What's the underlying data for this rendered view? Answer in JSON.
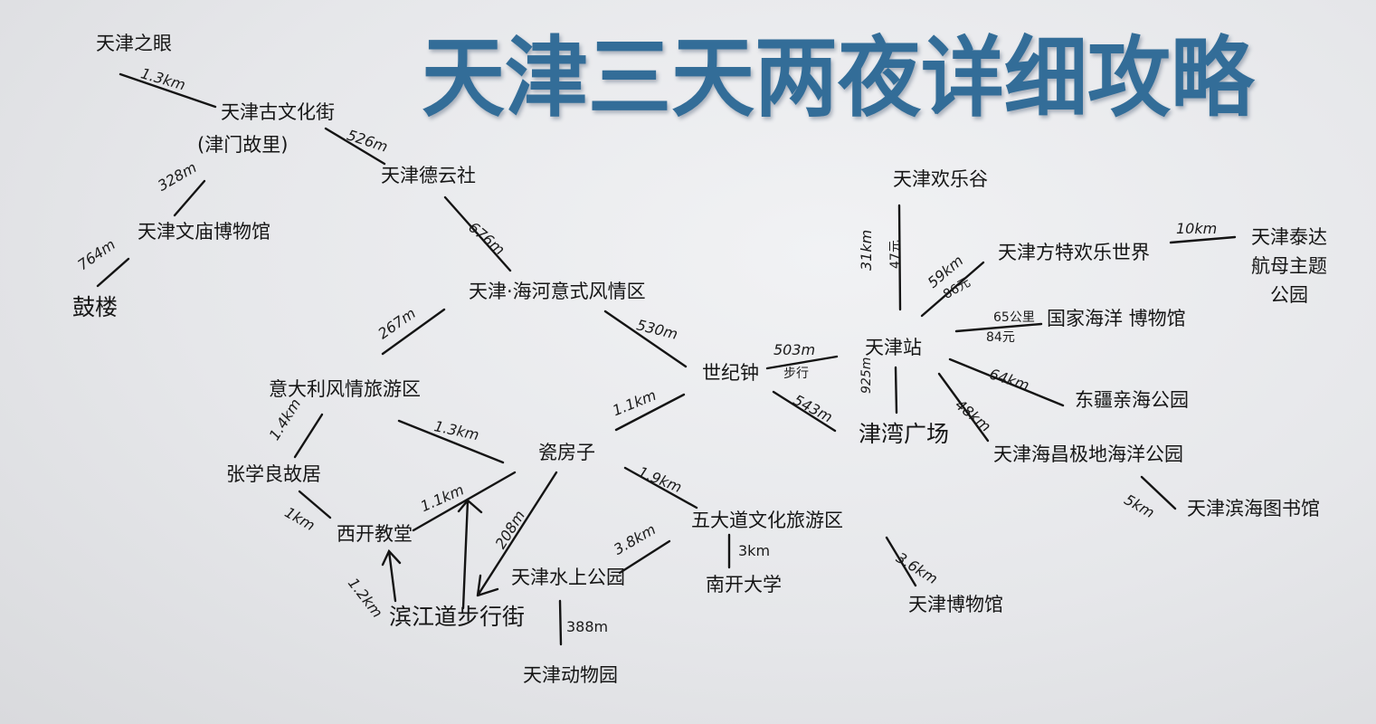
{
  "title": "天津三天两夜详细攻略",
  "colors": {
    "title": "#336d98",
    "ink": "#161616",
    "paper": "#e9eaed"
  },
  "nodes": {
    "tianjin_eye": "天津之眼",
    "ancient_culture_street": "天津古文化街",
    "ancient_culture_street_alias": "(津门故里)",
    "deyun_society": "天津德云社",
    "confucian_temple_museum": "天津文庙博物馆",
    "drum_tower": "鼓楼",
    "italian_style_haihe": "天津·海河意式风情区",
    "italian_style_zone": "意大利风情旅游区",
    "century_clock": "世纪钟",
    "tianjin_station": "天津站",
    "jinwan_square": "津湾广场",
    "porcelain_house": "瓷房子",
    "zhang_xueliang_residence": "张学良故居",
    "xikai_church": "西开教堂",
    "binjiang_road": "滨江道步行街",
    "water_park": "天津水上公园",
    "zoo": "天津动物园",
    "five_avenues": "五大道文化旅游区",
    "nankai_university": "南开大学",
    "tianjin_museum": "天津博物馆",
    "happy_valley": "天津欢乐谷",
    "fantawild": "天津方特欢乐世界",
    "carrier_park": "天津泰达\n航母主题\n公园",
    "national_maritime_museum": "国家海洋 博物馆",
    "dongjiang_beach_park": "东疆亲海公园",
    "polar_ocean_park": "天津海昌极地海洋公园",
    "binhai_library": "天津滨海图书馆"
  },
  "edges": [
    {
      "from": "天津之眼",
      "to": "天津古文化街",
      "label": "1.3km"
    },
    {
      "from": "天津古文化街",
      "to": "天津德云社",
      "label": "526m"
    },
    {
      "from": "天津古文化街",
      "to": "天津文庙博物馆",
      "label": "328m"
    },
    {
      "from": "天津文庙博物馆",
      "to": "鼓楼",
      "label": "764m"
    },
    {
      "from": "天津德云社",
      "to": "天津·海河意式风情区",
      "label": "676m"
    },
    {
      "from": "天津·海河意式风情区",
      "to": "意大利风情旅游区",
      "label": "267m"
    },
    {
      "from": "天津·海河意式风情区",
      "to": "世纪钟",
      "label": "530m"
    },
    {
      "from": "世纪钟",
      "to": "天津站",
      "label": "503m",
      "note": "步行"
    },
    {
      "from": "世纪钟",
      "to": "津湾广场",
      "label": "543m"
    },
    {
      "from": "世纪钟",
      "to": "瓷房子",
      "label": "1.1km"
    },
    {
      "from": "天津站",
      "to": "津湾广场",
      "label": "925m"
    },
    {
      "from": "意大利风情旅游区",
      "to": "张学良故居",
      "label": "1.4km"
    },
    {
      "from": "意大利风情旅游区",
      "to": "瓷房子",
      "label": "1.3km"
    },
    {
      "from": "张学良故居",
      "to": "西开教堂",
      "label": "1km"
    },
    {
      "from": "瓷房子",
      "to": "西开教堂",
      "label": "1.1km"
    },
    {
      "from": "瓷房子",
      "to": "滨江道步行街",
      "label": "208m"
    },
    {
      "from": "滨江道步行街",
      "to": "西开教堂",
      "label": "1.2km"
    },
    {
      "from": "瓷房子",
      "to": "五大道文化旅游区",
      "label": "1.9km"
    },
    {
      "from": "五大道文化旅游区",
      "to": "天津水上公园",
      "label": "3.8km"
    },
    {
      "from": "天津水上公园",
      "to": "天津动物园",
      "label": "388m"
    },
    {
      "from": "五大道文化旅游区",
      "to": "南开大学",
      "label": "3km"
    },
    {
      "from": "五大道文化旅游区",
      "to": "天津博物馆",
      "label": "3.6km"
    },
    {
      "from": "天津站",
      "to": "天津欢乐谷",
      "label": "31km",
      "note": "47元"
    },
    {
      "from": "天津站",
      "to": "天津方特欢乐世界",
      "label": "59km",
      "note": "86元"
    },
    {
      "from": "天津方特欢乐世界",
      "to": "天津泰达航母主题公园",
      "label": "10km"
    },
    {
      "from": "天津站",
      "to": "国家海洋博物馆",
      "label": "65公里",
      "note": "84元"
    },
    {
      "from": "天津站",
      "to": "东疆亲海公园",
      "label": "64km"
    },
    {
      "from": "天津站",
      "to": "天津海昌极地海洋公园",
      "label": "48km"
    },
    {
      "from": "天津海昌极地海洋公园",
      "to": "天津滨海图书馆",
      "label": "5km"
    }
  ],
  "labels": {
    "e_eye_street": "1.3km",
    "e_street_deyun": "526m",
    "e_street_temple": "328m",
    "e_temple_drum": "764m",
    "e_deyun_haihe": "676m",
    "e_haihe_italy": "267m",
    "e_haihe_clock": "530m",
    "e_clock_station": "503m",
    "e_clock_station_note": "步行",
    "e_clock_square": "543m",
    "e_clock_porcelain": "1.1km",
    "e_station_square": "925m",
    "e_italy_zhang": "1.4km",
    "e_italy_porcelain": "1.3km",
    "e_zhang_church": "1km",
    "e_porcelain_church": "1.1km",
    "e_porcelain_binjiang": "208m",
    "e_binjiang_church": "1.2km",
    "e_porcelain_five": "1.9km",
    "e_five_water": "3.8km",
    "e_water_zoo": "388m",
    "e_five_nankai": "3km",
    "e_five_museum": "3.6km",
    "e_station_happy": "31km",
    "e_station_happy_note": "47元",
    "e_station_fantawild": "59km",
    "e_station_fantawild_note": "86元",
    "e_fantawild_carrier": "10km",
    "e_station_maritime": "65公里",
    "e_station_maritime_note": "84元",
    "e_station_beach": "64km",
    "e_station_polar": "48km",
    "e_polar_library": "5km"
  }
}
